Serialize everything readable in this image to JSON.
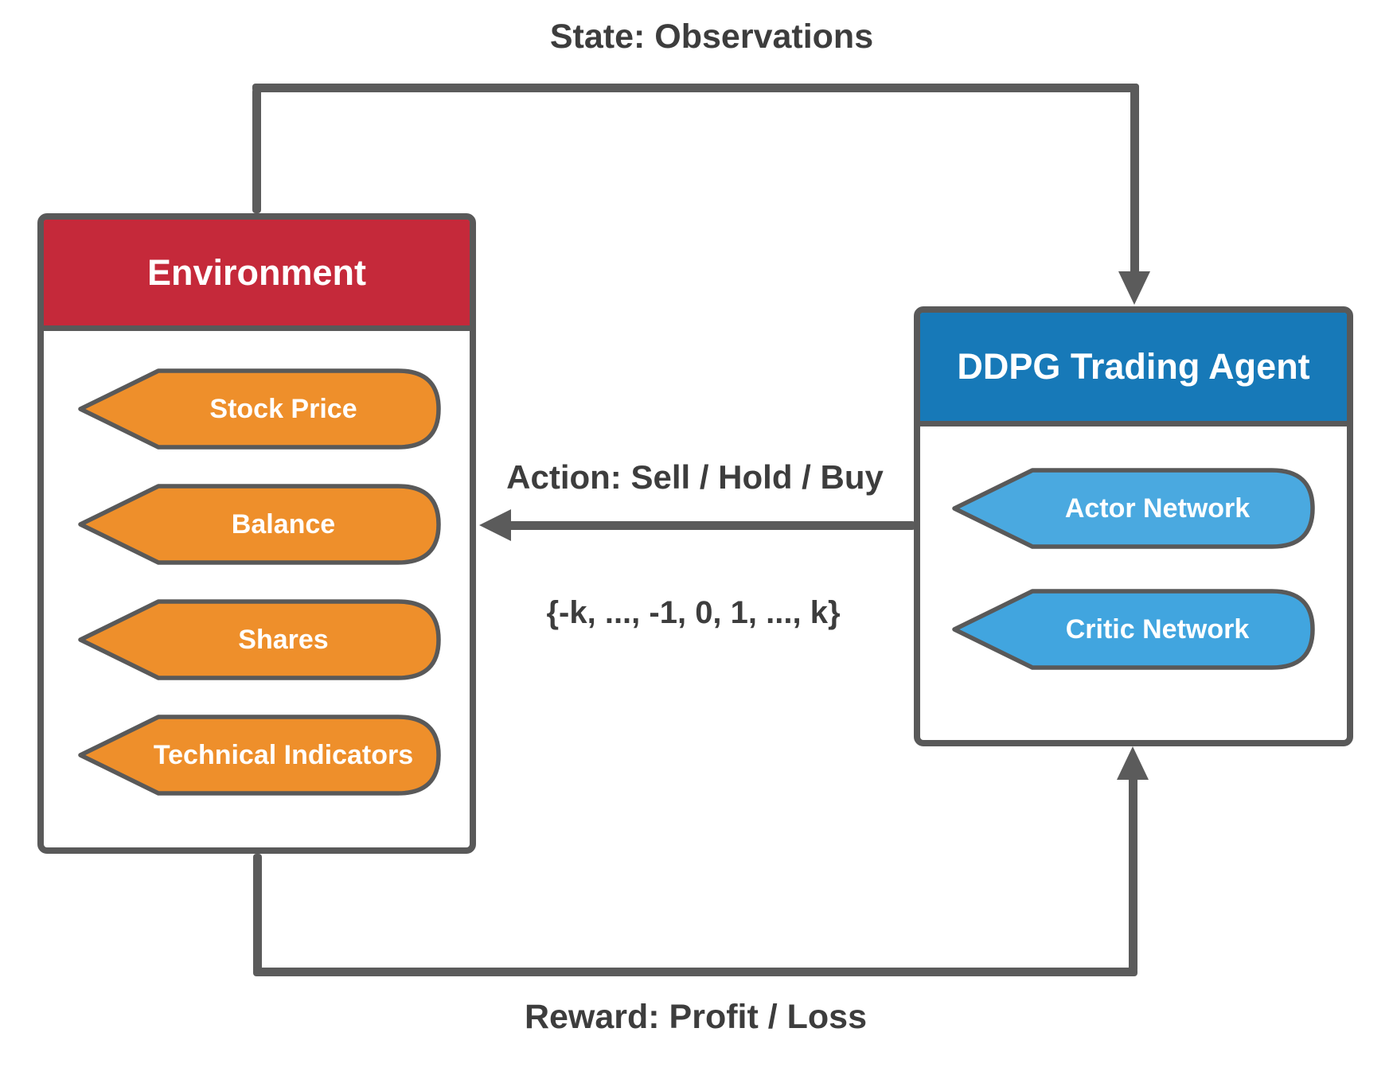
{
  "diagram": {
    "background_color": "#ffffff",
    "connector_color": "#5b5b5b",
    "border_color": "#595959",
    "label_text_color": "#3d3d3d",
    "labels": {
      "state": "State: Observations",
      "action": "Action: Sell / Hold / Buy",
      "action_set": "{-k, ..., -1, 0, 1, ..., k}",
      "reward": "Reward: Profit / Loss"
    },
    "environment": {
      "title": "Environment",
      "header_color": "#c5293a",
      "tag_color": "#ee8f2b",
      "tags": [
        "Stock Price",
        "Balance",
        "Shares",
        "Technical Indicators"
      ]
    },
    "agent": {
      "title": "DDPG Trading Agent",
      "header_color": "#1779b8",
      "tag_color": "#45a7e0",
      "tags": [
        "Actor Network",
        "Critic Network"
      ]
    }
  }
}
